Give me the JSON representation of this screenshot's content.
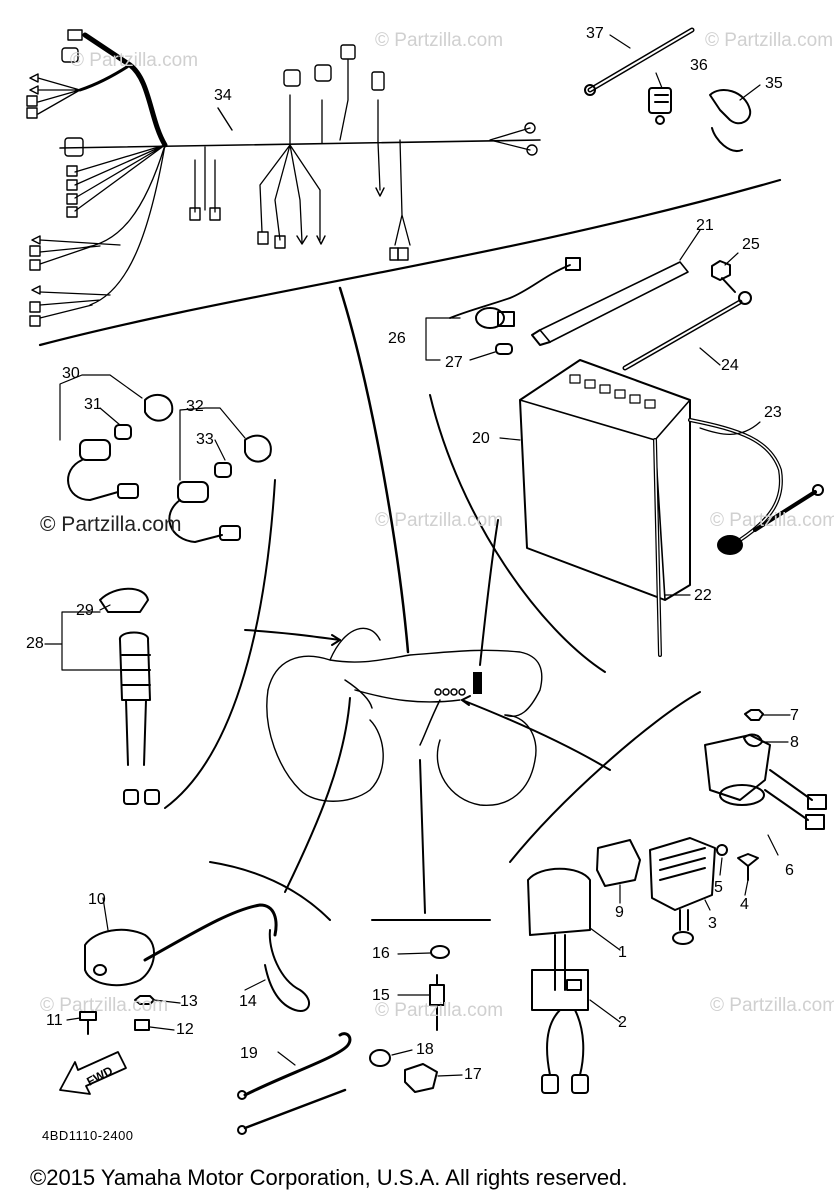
{
  "watermarks": {
    "main": "© Partzilla.com",
    "faint": "© Partzilla.com"
  },
  "callouts": [
    "1",
    "2",
    "3",
    "4",
    "5",
    "6",
    "7",
    "8",
    "9",
    "10",
    "11",
    "12",
    "13",
    "14",
    "15",
    "16",
    "17",
    "18",
    "19",
    "20",
    "21",
    "22",
    "23",
    "24",
    "25",
    "26",
    "27",
    "28",
    "29",
    "30",
    "31",
    "32",
    "33",
    "34",
    "35",
    "36",
    "37"
  ],
  "diagram_code": "4BD1110-2400",
  "arrow_label": "FWD",
  "copyright": "©2015  Yamaha Motor Corporation, U.S.A. All rights reserved."
}
